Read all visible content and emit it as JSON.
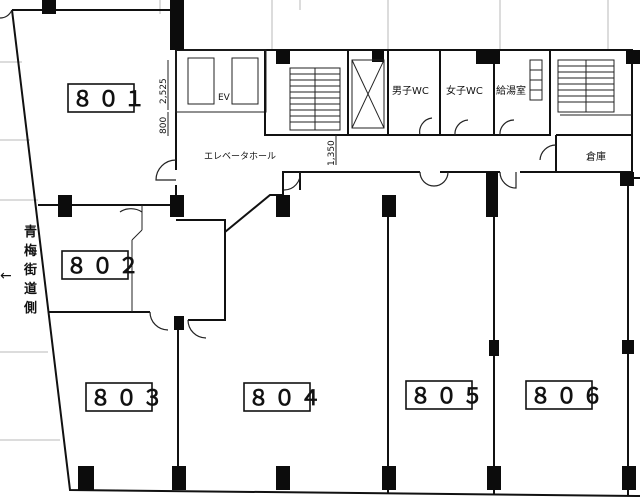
{
  "rooms": {
    "r801": "８０１",
    "r802": "８０２",
    "r803": "８０３",
    "r804": "８０４",
    "r805": "８０５",
    "r806": "８０６"
  },
  "facilities": {
    "ev": "EV",
    "elevator_hall": "エレベータホール",
    "mens_wc": "男子WC",
    "womens_wc": "女子WC",
    "kitchenette": "給湯室",
    "storage": "倉庫"
  },
  "dimensions": {
    "d1": "2,525",
    "d2": "800",
    "d3": "1,350"
  },
  "street": {
    "name_chars": [
      "青",
      "梅",
      "街",
      "道",
      "側"
    ],
    "arrow": "←"
  }
}
